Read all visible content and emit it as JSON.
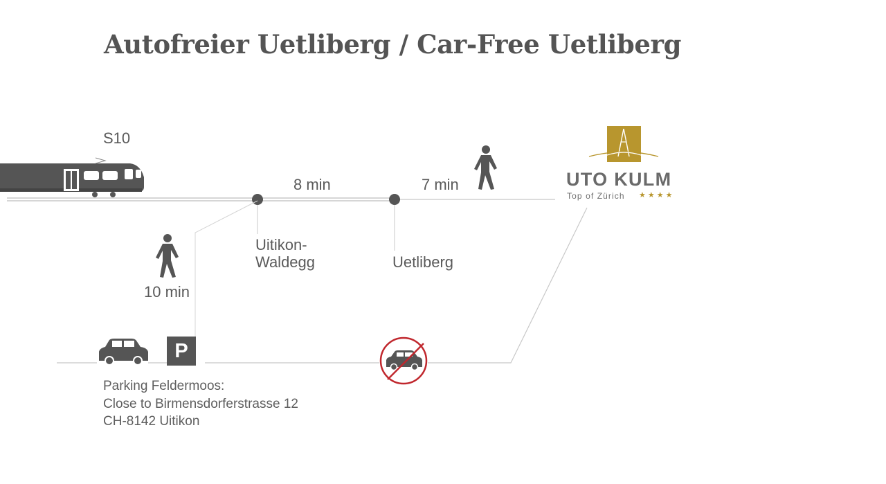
{
  "title": "Autofreier Uetliberg / Car-Free Uetliberg",
  "train": {
    "line_label": "S10",
    "icon": "train-icon"
  },
  "route": {
    "segment_times": [
      "8 min",
      "7 min"
    ],
    "walk_from_parking": "10 min",
    "stations": [
      {
        "line1": "Uitikon-",
        "line2": "Waldegg"
      },
      {
        "line1": "Uetliberg",
        "line2": ""
      }
    ]
  },
  "logo": {
    "name": "UTO KULM",
    "tagline": "Top of Zürich",
    "stars": "★★★★",
    "color": "#b8962e"
  },
  "parking": {
    "sign": "P",
    "address": [
      "Parking Feldermoos:",
      "Close to Birmensdorferstrasse 12",
      "CH-8142 Uitikon"
    ]
  },
  "icons": [
    "train-icon",
    "walking-person-icon",
    "car-icon",
    "parking-sign-icon",
    "no-car-icon",
    "uto-kulm-logo"
  ],
  "colors": {
    "line": "#c8c8c8",
    "icon": "#555555",
    "forbidden": "#c0272d",
    "gold": "#b8962e"
  }
}
